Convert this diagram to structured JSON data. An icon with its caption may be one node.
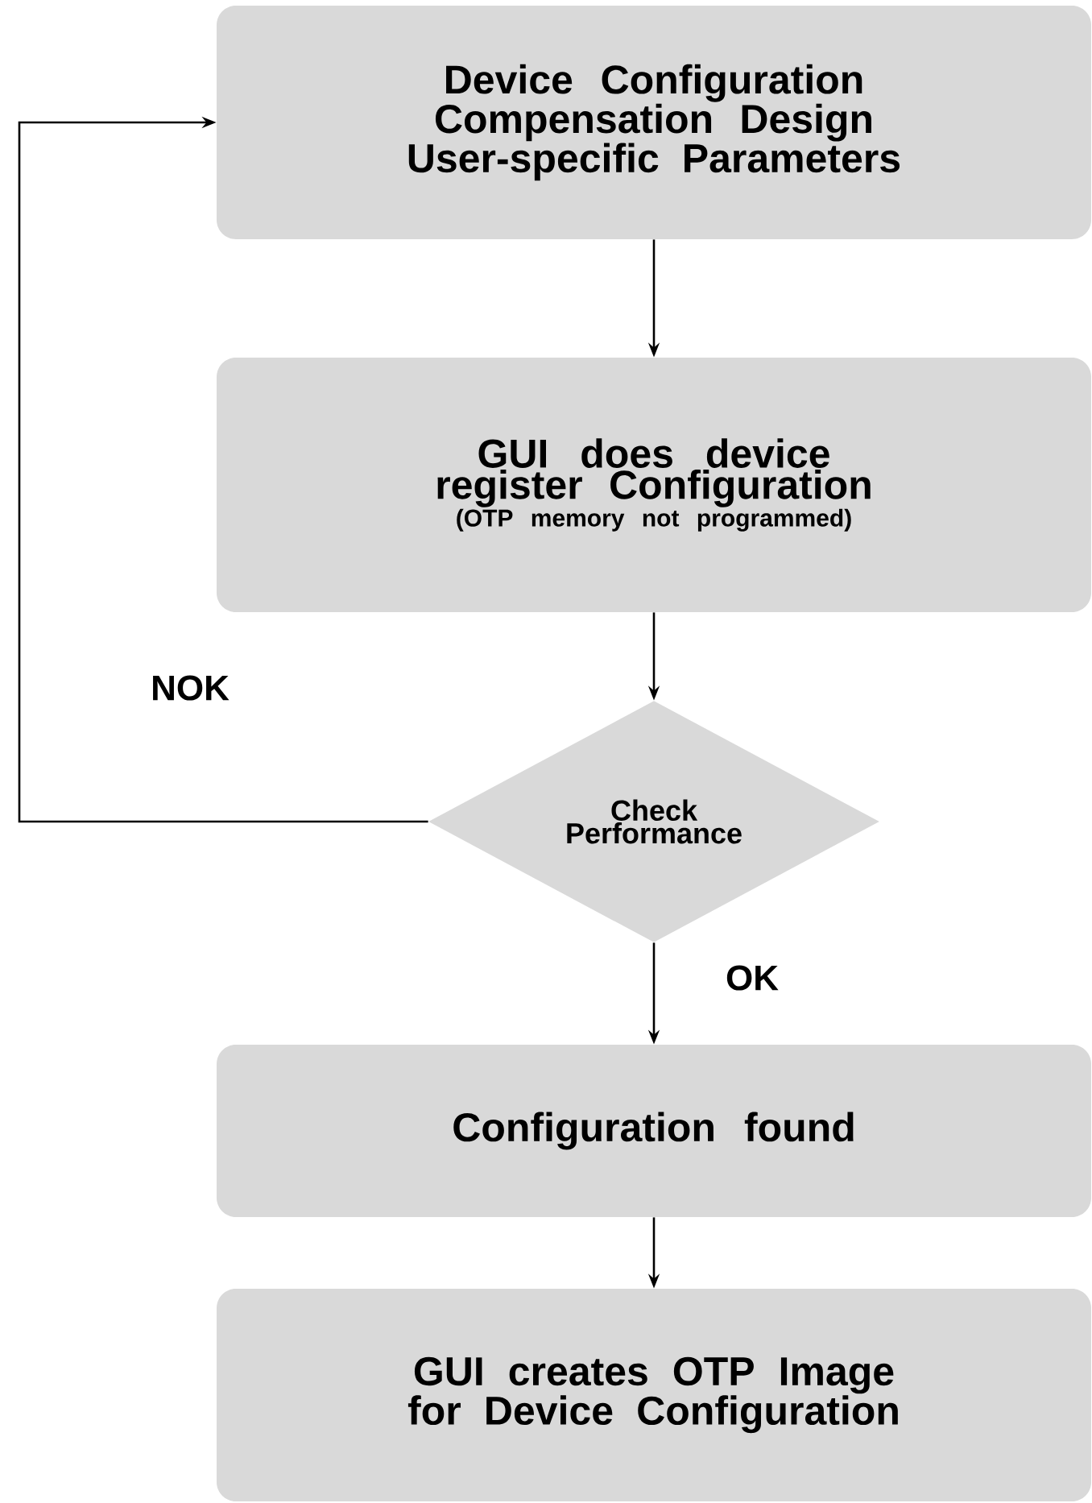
{
  "diagram": {
    "nodes": [
      {
        "text": [
          "Device Configuration",
          "Compensation Design",
          "User-specific Parameters"
        ]
      },
      {
        "text": [
          "GUI does device register Configuration",
          "(OTP memory not programmed)"
        ]
      },
      {
        "text": [
          "Check Performance"
        ]
      },
      {
        "text": [
          "Configuration found"
        ]
      },
      {
        "text": [
          "GUI creates OTP Image for Device Configuration"
        ]
      }
    ],
    "edges": [
      {
        "from": 0,
        "to": 1,
        "arrow": "to"
      },
      {
        "from": 1,
        "to": 2,
        "arrow": "to"
      },
      {
        "from": 2,
        "to": 3,
        "arrow": "to",
        "label": "OK"
      },
      {
        "from": 3,
        "to": 4,
        "arrow": "to"
      },
      {
        "from": 2,
        "to": 0,
        "arrow": "to",
        "label": "NOK"
      }
    ]
  }
}
